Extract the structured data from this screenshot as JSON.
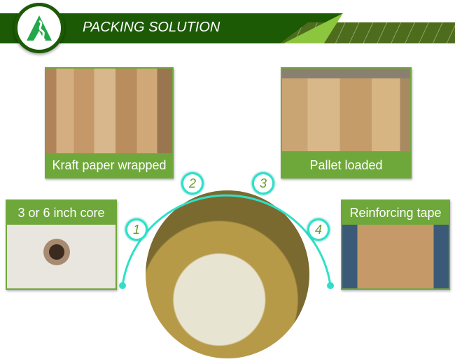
{
  "header": {
    "title": "PACKING SOLUTION",
    "logo": "company-logo"
  },
  "steps": [
    {
      "number": "1",
      "label": "3 or 6 inch core"
    },
    {
      "number": "2",
      "label": "Kraft paper wrapped"
    },
    {
      "number": "3",
      "label": "Pallet loaded"
    },
    {
      "number": "4",
      "label": "Reinforcing tape"
    }
  ],
  "colors": {
    "banner": "#1c5a06",
    "accent": "#8cc63f",
    "caption": "#6fa83a",
    "arc": "#2fe0c8"
  }
}
